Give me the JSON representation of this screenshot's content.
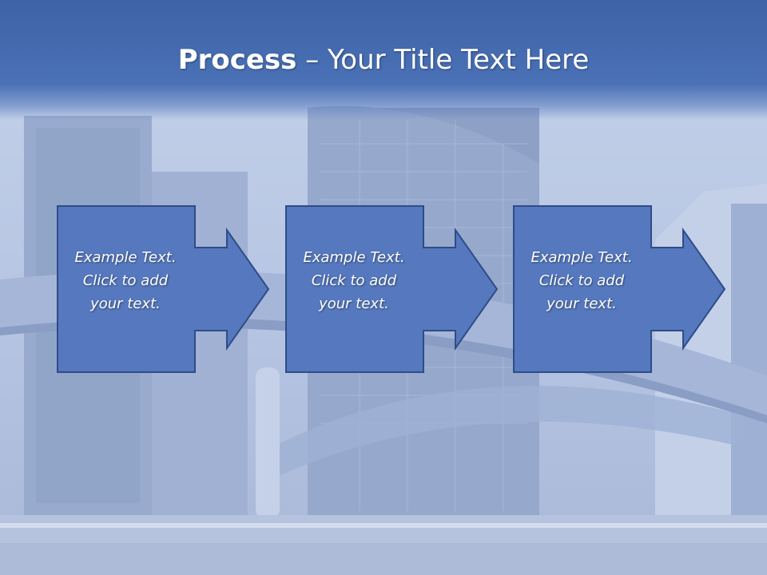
{
  "slide": {
    "title_bold": "Process",
    "title_rest": " – Your Title Text Here",
    "steps": [
      {
        "lines": [
          "Example Text.",
          "Click  to add",
          "your text."
        ]
      },
      {
        "lines": [
          "Example Text.",
          "Click  to add",
          "your text."
        ]
      },
      {
        "lines": [
          "Example Text.",
          "Click  to add",
          "your text."
        ]
      }
    ]
  },
  "colors": {
    "title_bar": "#4a70b6",
    "box_fill": "#5578be",
    "box_border": "#2e4d87",
    "text": "#ffffff"
  }
}
